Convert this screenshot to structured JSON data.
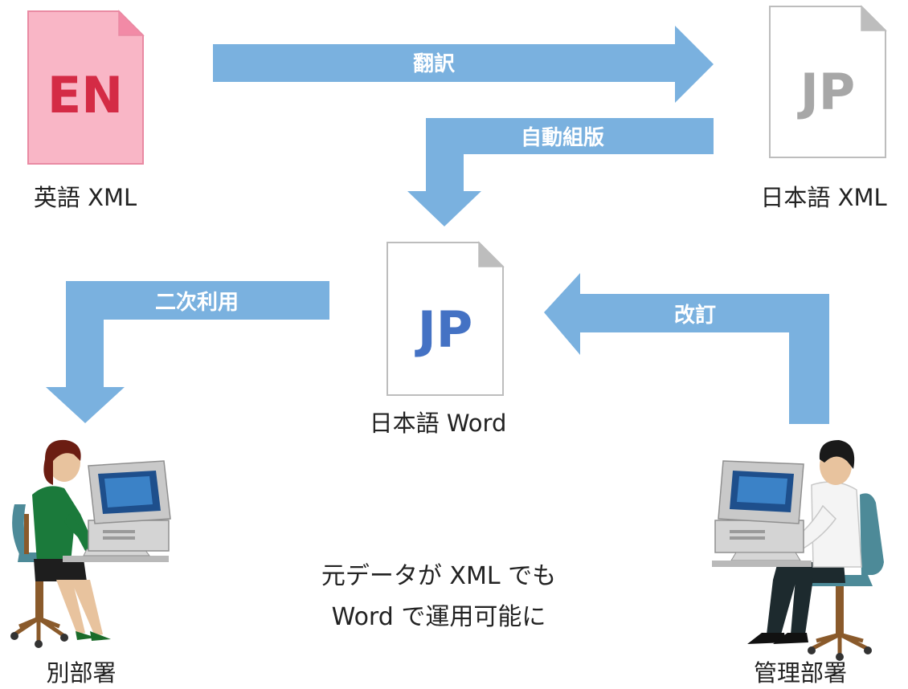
{
  "documents": {
    "english_xml": {
      "code": "EN",
      "label": "英語 XML"
    },
    "japanese_xml": {
      "code": "JP",
      "label": "日本語 XML"
    },
    "japanese_word": {
      "code": "JP",
      "label": "日本語 Word"
    }
  },
  "arrows": {
    "translation": "翻訳",
    "auto_typesetting": "自動組版",
    "secondary_use": "二次利用",
    "revision": "改訂"
  },
  "people": {
    "other_department": "別部署",
    "management_department": "管理部署"
  },
  "note": {
    "line1": "元データが XML でも",
    "line2": "Word で運用可能に"
  },
  "colors": {
    "arrow": "#7ab1df",
    "en_doc_fill": "#f9b6c6",
    "en_doc_stroke": "#e98aa3",
    "en_text": "#d42b45",
    "jp_xml_text": "#a7a7a7",
    "jp_word_text": "#4472c4",
    "doc_outline": "#bdbdbd"
  }
}
